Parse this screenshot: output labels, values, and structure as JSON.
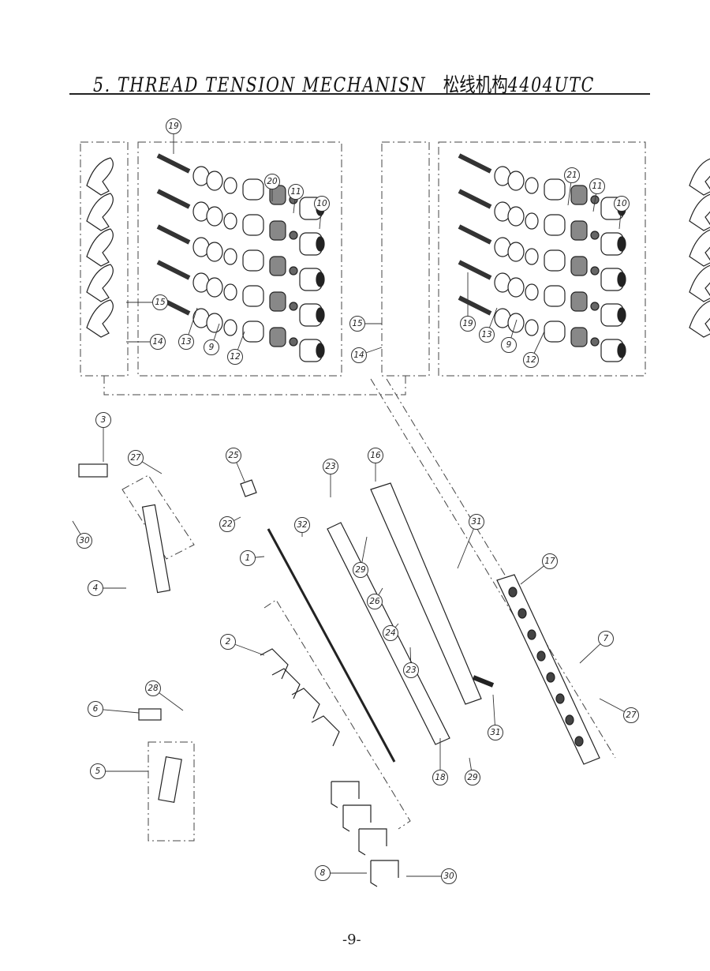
{
  "header": {
    "title": "5. THREAD TENSION MECHANISN",
    "title_zh": "松线机构",
    "model": "4404UTC"
  },
  "page_number": "-9-",
  "callouts": [
    "19",
    "20",
    "11",
    "10",
    "15",
    "14",
    "13",
    "9",
    "12",
    "21",
    "11",
    "10",
    "15",
    "14",
    "19",
    "13",
    "9",
    "12",
    "3",
    "27",
    "30",
    "4",
    "25",
    "22",
    "32",
    "1",
    "23",
    "16",
    "31",
    "29",
    "26",
    "24",
    "23",
    "17",
    "7",
    "27",
    "31",
    "2",
    "28",
    "6",
    "5",
    "18",
    "29",
    "8",
    "30"
  ]
}
